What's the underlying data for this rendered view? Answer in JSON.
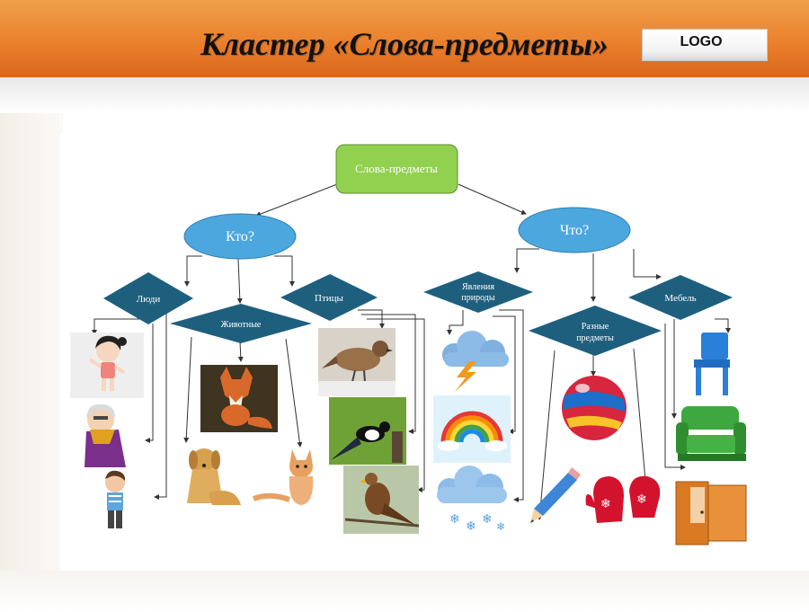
{
  "header": {
    "title": "Кластер «Слова-предметы»",
    "logo_label": "LOGO",
    "gradient_colors": [
      "#f0a04a",
      "#e97d2a",
      "#d9661c"
    ]
  },
  "diagram": {
    "root": "Слова-предметы",
    "who_question": "Кто?",
    "what_question": "Что?",
    "people": "Люди",
    "animals": "Животные",
    "birds": "Птицы",
    "nature_line1": "Явления",
    "nature_line2": "природы",
    "various_line1": "Разные",
    "various_line2": "предметы",
    "furniture": "Мебель",
    "colors": {
      "root_fill": "#92d050",
      "question_fill": "#4ca7de",
      "diamond_fill": "#1f5f7e",
      "connector": "#333333"
    },
    "pictures": {
      "people": [
        "girl",
        "grandmother",
        "boy"
      ],
      "animals": [
        "fox",
        "dog",
        "cat"
      ],
      "birds": [
        "sparrow",
        "magpie",
        "hawk"
      ],
      "nature": [
        "thunderstorm-cloud",
        "rainbow",
        "snow-cloud"
      ],
      "various": [
        "ball",
        "pencil",
        "mittens"
      ],
      "furniture": [
        "chair",
        "armchair",
        "wardrobe"
      ]
    }
  }
}
